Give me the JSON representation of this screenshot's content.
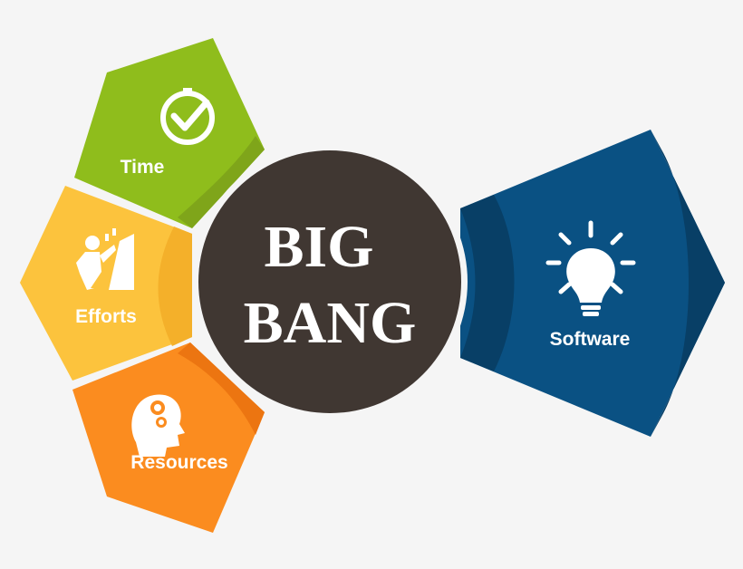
{
  "center": {
    "line1": "BIG",
    "line2": "BANG",
    "color": "#403732"
  },
  "inputs": [
    {
      "label": "Time",
      "icon": "clock-check-icon",
      "color": "#8fbd1c",
      "shade": "#7fa51a"
    },
    {
      "label": "Efforts",
      "icon": "climber-icon",
      "color": "#fcc33d",
      "shade": "#f4b02a"
    },
    {
      "label": "Resources",
      "icon": "head-gears-icon",
      "color": "#fb8c1f",
      "shade": "#ec7511"
    }
  ],
  "output": {
    "label": "Software",
    "icon": "lightbulb-icon",
    "color": "#0a5183",
    "shade": "#083f66"
  }
}
